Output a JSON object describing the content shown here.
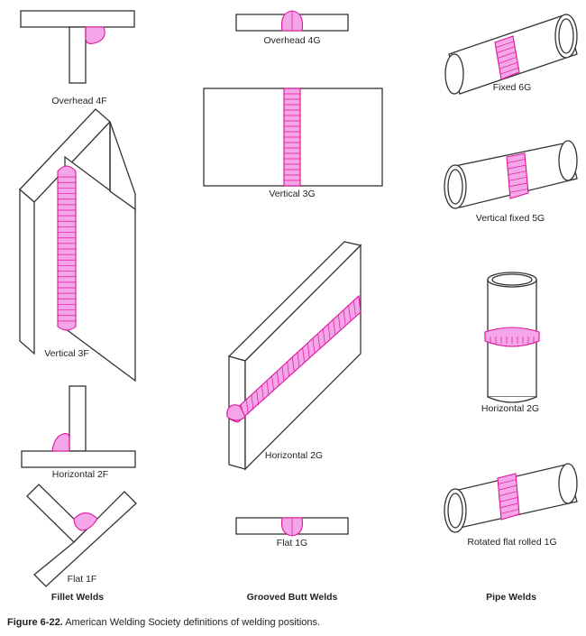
{
  "labels": {
    "overhead_4f": "Overhead 4F",
    "overhead_4g": "Overhead 4G",
    "fixed_6g": "Fixed 6G",
    "vertical_3g": "Vertical 3G",
    "vertical_fixed_5g": "Vertical fixed 5G",
    "vertical_3f": "Vertical 3F",
    "horizontal_2g_pipe": "Horizontal 2G",
    "horizontal_2f": "Horizontal 2F",
    "horizontal_2g_plate": "Horizontal 2G",
    "flat_1f": "Flat 1F",
    "flat_1g": "Flat 1G",
    "rotated_flat_1g": "Rotated flat rolled 1G"
  },
  "columns": {
    "fillet": "Fillet Welds",
    "groove": "Grooved Butt Welds",
    "pipe": "Pipe Welds"
  },
  "caption": {
    "figure": "Figure 6-22.",
    "text": " American Welding Society definitions of welding positions."
  },
  "colors": {
    "weld_stroke": "#e0129a",
    "weld_fill": "#f5a6e8",
    "line": "#333333"
  }
}
